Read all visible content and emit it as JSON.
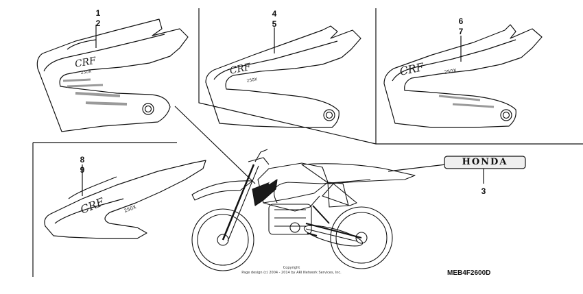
{
  "callouts": {
    "p1": "1",
    "p2": "2",
    "p4": "4",
    "p5": "5",
    "p6": "6",
    "p7": "7",
    "p8": "8",
    "p9": "9",
    "p3": "3"
  },
  "honda_badge_text": "HONDA",
  "copyright_line1": "Copyright",
  "copyright_line2": "Page design (c) 2004 - 2014 by ARI Network Services, Inc.",
  "diagram_code": "MEB4F2600D",
  "colors": {
    "line": "#111111",
    "stripe_gray": "#9a9a9a",
    "fill_dark": "#1a1a1a"
  }
}
